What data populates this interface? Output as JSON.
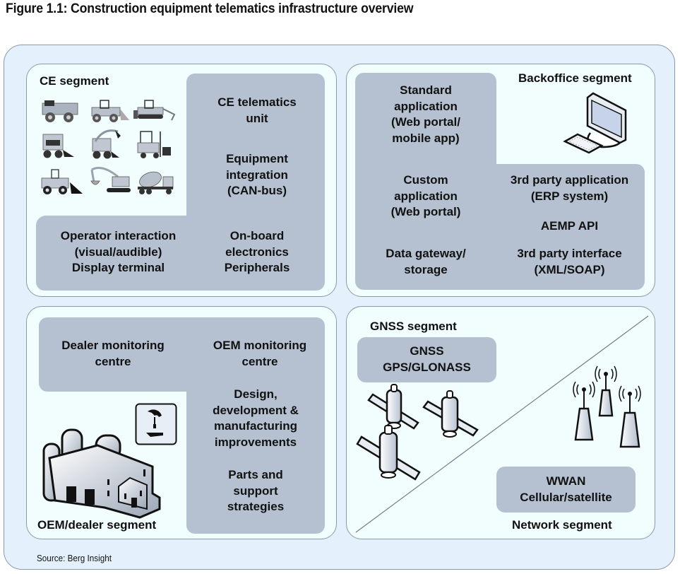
{
  "figure": {
    "title": "Figure 1.1: Construction equipment telematics infrastructure overview",
    "source": "Source: Berg Insight"
  },
  "colors": {
    "frame_bg": "#e4f1fc",
    "panel_bg": "#f2fdfe",
    "block_gray": "#b5c1d0",
    "border": "#8a9aab"
  },
  "ce_segment": {
    "title": "CE segment",
    "equipment_icons": [
      "dump-truck",
      "wheel-loader-dozer",
      "crawler-dozer-ripper",
      "skid-steer-loader",
      "skid-steer-loader-arm",
      "forklift",
      "wheel-loader",
      "excavator",
      "concrete-mixer-truck"
    ],
    "blocks": {
      "telematics_unit": "CE telematics\nunit",
      "equipment_integration": "Equipment\nintegration\n(CAN-bus)",
      "operator_interaction": "Operator interaction\n(visual/audible)\nDisplay terminal",
      "onboard_electronics": "On-board\nelectronics\nPeripherals"
    }
  },
  "backoffice_segment": {
    "title": "Backoffice segment",
    "icon": "desktop-computer",
    "blocks": {
      "standard_application": "Standard\napplication\n(Web portal/\nmobile app)",
      "custom_application": "Custom\napplication\n(Web portal)",
      "data_gateway": "Data gateway/\nstorage",
      "third_party_application": "3rd party application\n(ERP system)",
      "aemp_api": "AEMP API",
      "third_party_interface": "3rd party interface\n(XML/SOAP)"
    }
  },
  "oem_segment": {
    "title": "OEM/dealer segment",
    "icons": [
      "factory",
      "hand-over-key"
    ],
    "blocks": {
      "dealer_monitoring": "Dealer monitoring\ncentre",
      "oem_monitoring": "OEM monitoring\ncentre",
      "design_development": "Design,\ndevelopment &\nmanufacturing\nimprovements",
      "parts_support": "Parts and\nsupport\nstrategies"
    }
  },
  "gnss_network": {
    "gnss_title": "GNSS segment",
    "gnss_block": "GNSS\nGPS/GLONASS",
    "satellite_count": 3,
    "network_title": "Network segment",
    "wwan_block": "WWAN\nCellular/satellite",
    "antenna_count": 3
  }
}
